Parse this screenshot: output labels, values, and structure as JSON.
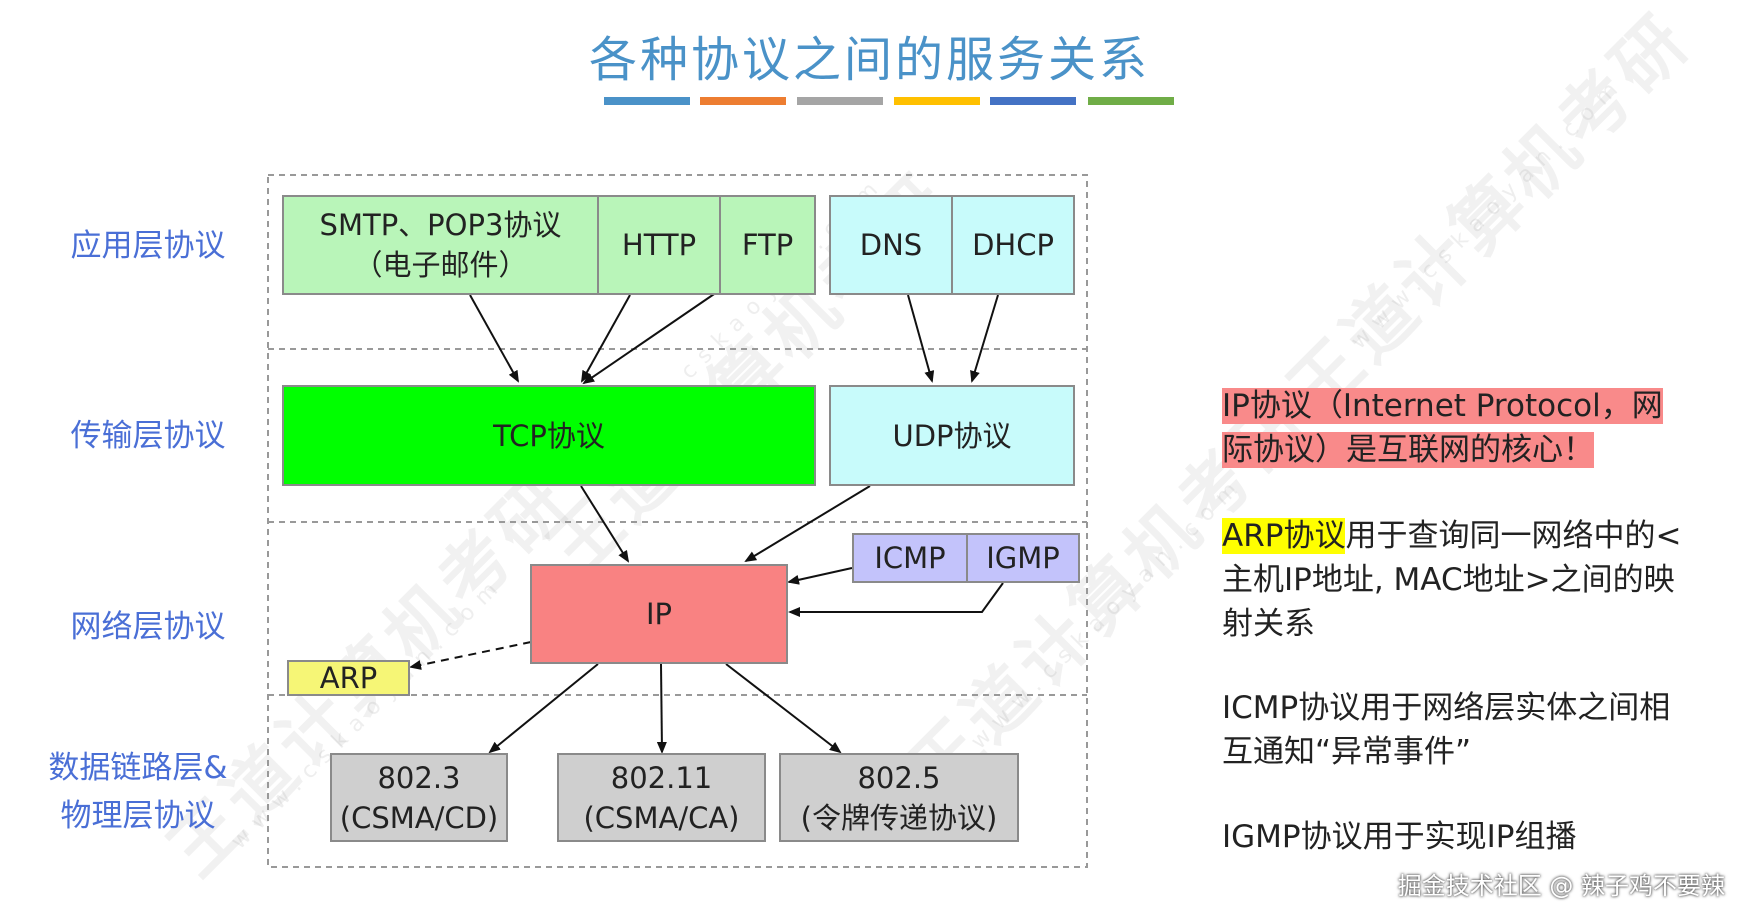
{
  "title": "各种协议之间的服务关系",
  "title_bar_colors": [
    "#4a92c8",
    "#ed7d31",
    "#a5a5a5",
    "#ffc000",
    "#4472c4",
    "#70ad47"
  ],
  "watermark": {
    "brand": "王道计算机考研",
    "site": "www.cskaoyan.com"
  },
  "layers": {
    "application": "应用层协议",
    "transport": "传输层协议",
    "network": "网络层协议",
    "link_line1": "数据链路层&",
    "link_line2": "物理层协议"
  },
  "protocols": {
    "smtp_line1": "SMTP、POP3协议",
    "smtp_line2": "（电子邮件）",
    "http": "HTTP",
    "ftp": "FTP",
    "dns": "DNS",
    "dhcp": "DHCP",
    "tcp": "TCP协议",
    "udp": "UDP协议",
    "ip": "IP",
    "icmp": "ICMP",
    "igmp": "IGMP",
    "arp": "ARP",
    "e8023_line1": "802.3",
    "e8023_line2": "(CSMA/CD)",
    "e80211_line1": "802.11",
    "e80211_line2": "(CSMA/CA)",
    "e8025_line1": "802.5",
    "e8025_line2": "(令牌传递协议)"
  },
  "notes": {
    "ip_note": "IP协议（Internet Protocol，网际协议）是互联网的核心！",
    "arp_highlight": "ARP协议",
    "arp_rest": "用于查询同一网络中的<主机IP地址, MAC地址>之间的映射关系",
    "icmp_note": "ICMP协议用于网络层实体之间相互通知“异常事件”",
    "igmp_note": "IGMP协议用于实现IP组播"
  },
  "credit": "掘金技术社区 @ 辣子鸡不要辣",
  "colors": {
    "app_green": "#b9f5b9",
    "cyan": "#c8fbfb",
    "tcp_green": "#00ff00",
    "ip_red": "#f98282",
    "purple": "#c3c3fb",
    "arp_yellow": "#f6f676",
    "gray": "#cfcfcf",
    "label_blue": "#4a6fd6"
  }
}
